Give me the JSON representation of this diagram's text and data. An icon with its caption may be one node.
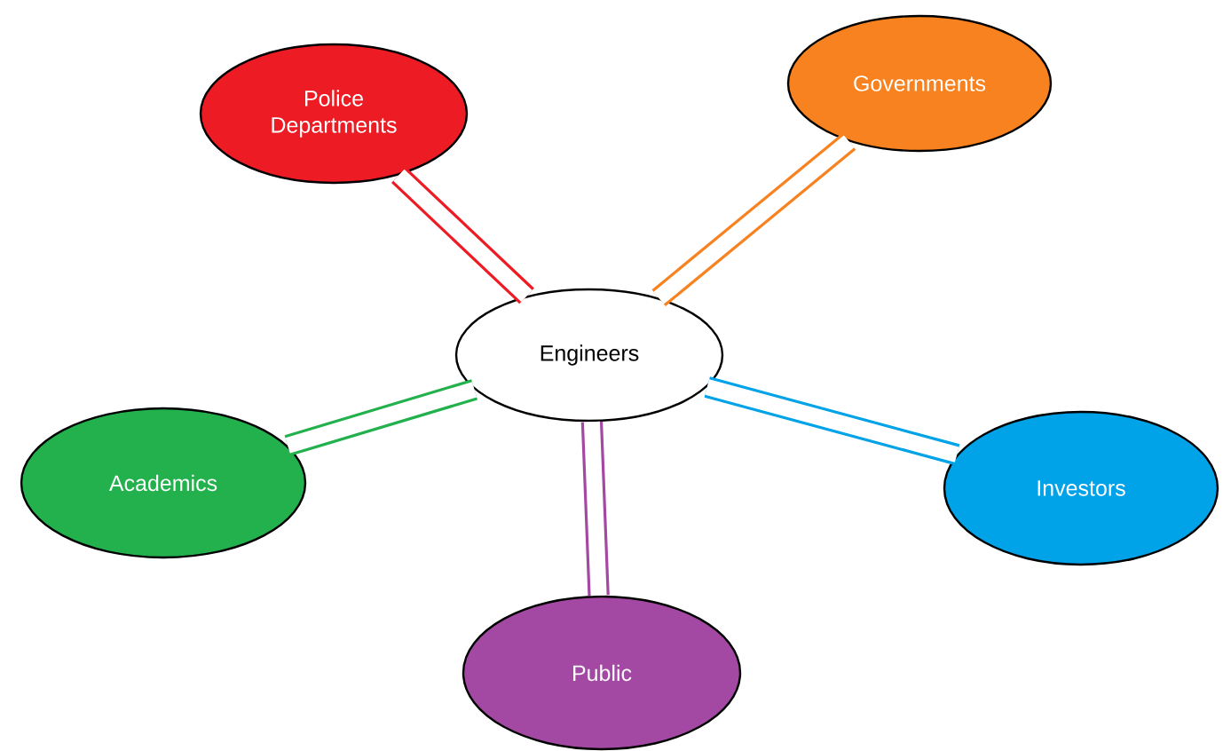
{
  "diagram": {
    "nodes": [
      {
        "text": [
          "Engineers"
        ]
      },
      {
        "text": [
          "Police Departments"
        ]
      },
      {
        "text": [
          "Governments"
        ]
      },
      {
        "text": [
          "Academics"
        ]
      },
      {
        "text": [
          "Investors"
        ]
      },
      {
        "text": [
          "Public"
        ]
      }
    ],
    "edges": [
      {
        "from": 0,
        "to": 1,
        "arrow": "none",
        "color": "#ed1c24"
      },
      {
        "from": 0,
        "to": 2,
        "arrow": "none",
        "color": "#f7821f"
      },
      {
        "from": 0,
        "to": 3,
        "arrow": "none",
        "color": "#22b14c"
      },
      {
        "from": 0,
        "to": 4,
        "arrow": "none",
        "color": "#00a2e8"
      },
      {
        "from": 0,
        "to": 5,
        "arrow": "none",
        "color": "#a349a4"
      }
    ]
  }
}
